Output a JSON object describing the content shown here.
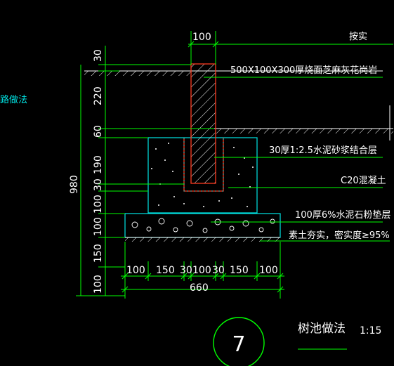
{
  "left_note": "路做法",
  "top_right_note": "按实",
  "labels": {
    "curb": "500X100X300厚烧面芝麻灰花岗岩",
    "mortar": "30厚1:2.5水泥砂浆结合层",
    "concrete": "C20混凝土",
    "base": "100厚6%水泥石粉垫层",
    "soil": "素土夯实，密实度≥95%"
  },
  "horizontal_dims": {
    "top": "100",
    "bottom_segments": [
      "100",
      "150",
      "30",
      "100",
      "30",
      "150",
      "100"
    ],
    "total": "660"
  },
  "vertical_dims": {
    "segments": [
      "30",
      "220",
      "60",
      "190",
      "30",
      "100",
      "100",
      "150",
      "100"
    ],
    "total": "980"
  },
  "title": {
    "number": "7",
    "name": "树池做法",
    "scale": "1:15"
  },
  "colors": {
    "line": "#00ff00",
    "text": "#ffffff",
    "outline": "#00e5e5",
    "curb": "#ff3b1f"
  }
}
